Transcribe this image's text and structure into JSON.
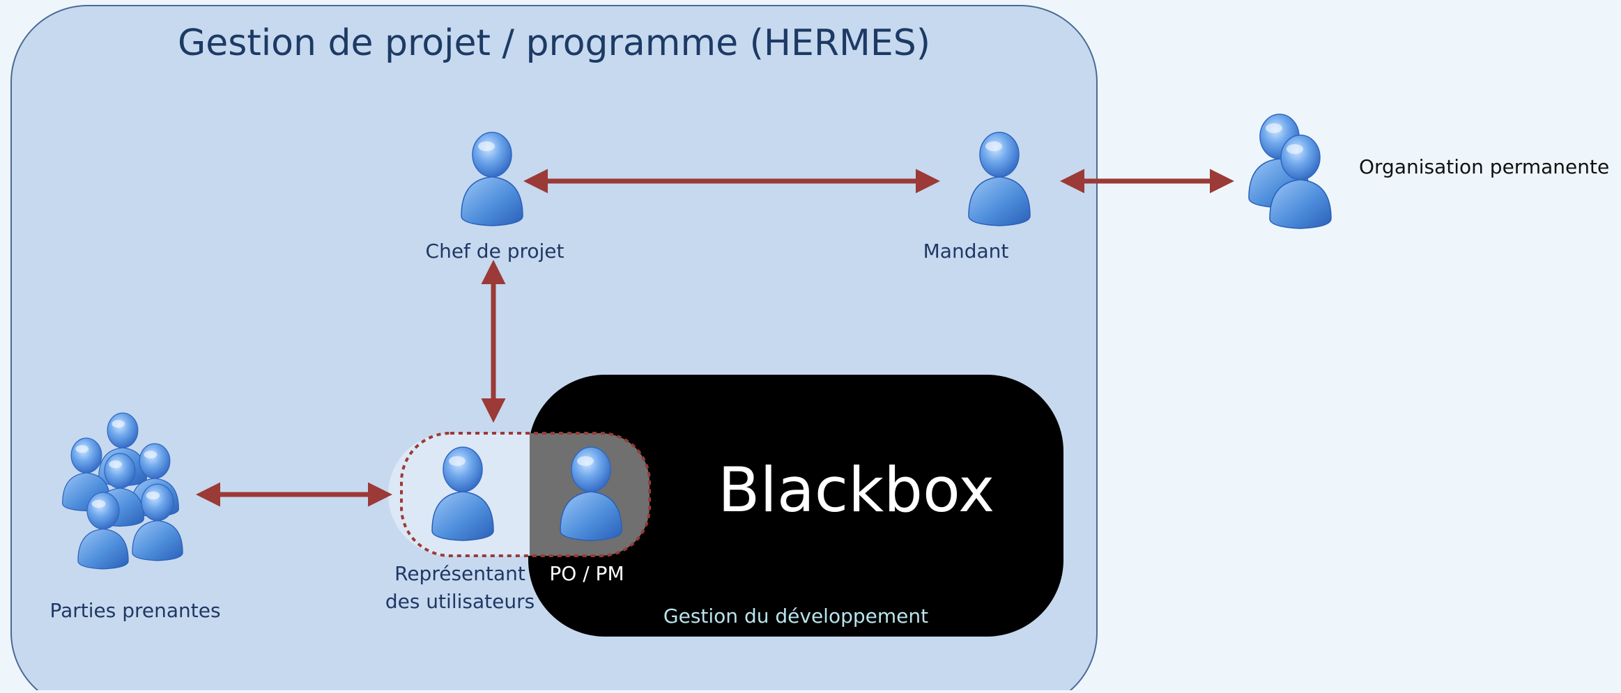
{
  "diagram": {
    "title": "Gestion de projet / programme (HERMES)",
    "blackbox": {
      "title": "Blackbox",
      "subtitle": "Gestion du développement"
    },
    "roles": {
      "chef_de_projet": "Chef de projet",
      "mandant": "Mandant",
      "organisation_permanente": "Organisation permanente",
      "parties_prenantes": "Parties prenantes",
      "representant_line1": "Représentant",
      "representant_line2": "des utilisateurs",
      "po_pm": "PO / PM"
    },
    "colors": {
      "background": "#eef6fc",
      "hermes_area": "#c7d9ef",
      "hermes_border": "#4a6a96",
      "blackbox": "#000000",
      "arrow": "#9b3a36",
      "person": "#4f8fdc",
      "title_text": "#1c3a64",
      "label_text": "#1f3864",
      "subtitle_text": "#b8e4ee"
    },
    "icons": [
      "user-icon",
      "user-group-icon",
      "user-crowd-icon"
    ]
  }
}
